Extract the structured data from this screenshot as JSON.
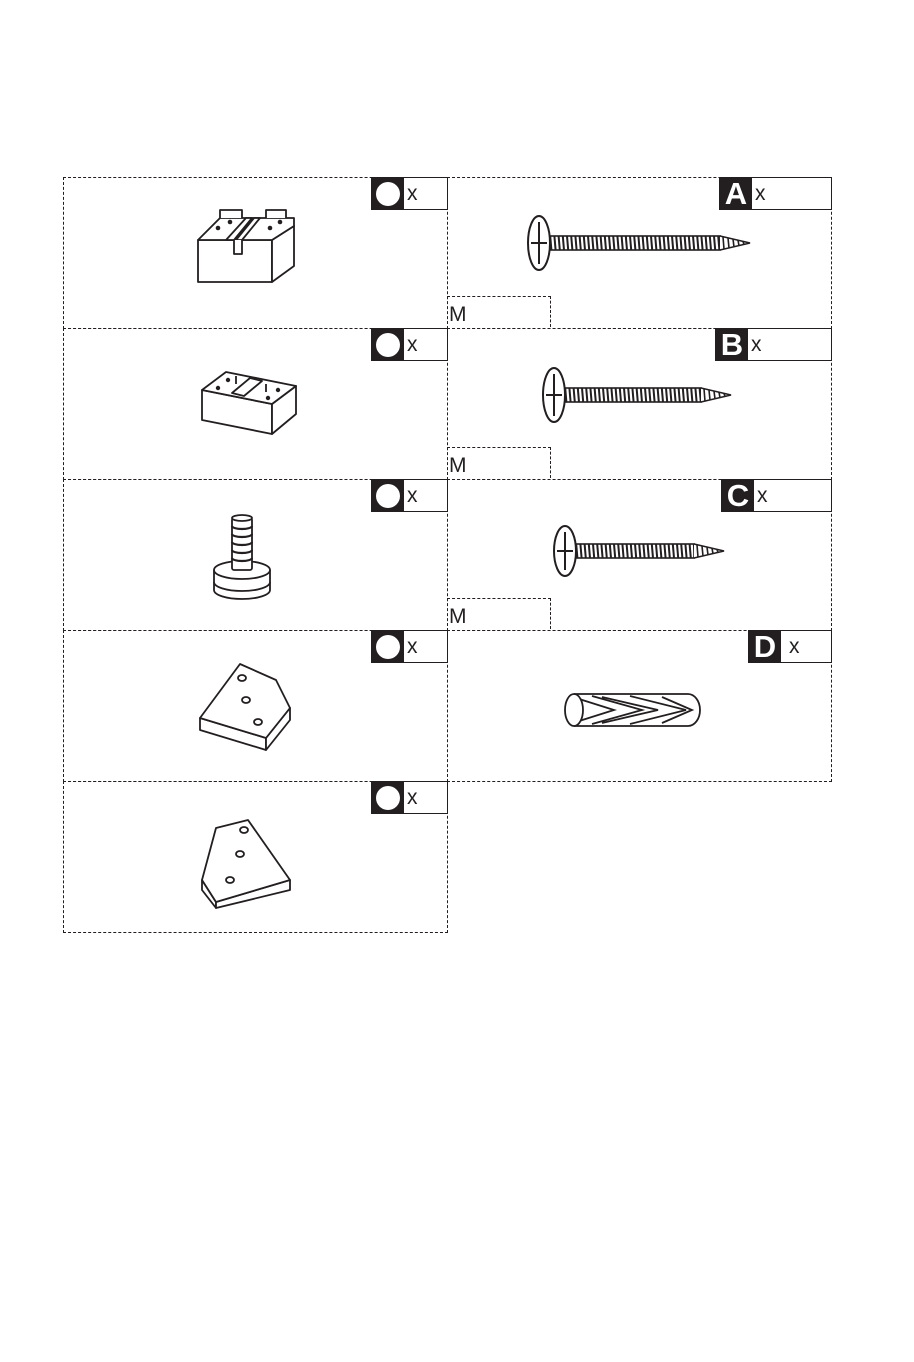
{
  "parts_left": [
    {
      "id": "block-grooved",
      "qty_symbol": "circle",
      "qty_label": "x"
    },
    {
      "id": "block-grooved-short",
      "qty_symbol": "circle",
      "qty_label": "x"
    },
    {
      "id": "leveler-foot",
      "qty_symbol": "circle",
      "qty_label": "x"
    },
    {
      "id": "corner-block-a",
      "qty_symbol": "circle",
      "qty_label": "x"
    },
    {
      "id": "corner-block-b",
      "qty_symbol": "circle",
      "qty_label": "x"
    }
  ],
  "parts_right": [
    {
      "letter": "A",
      "qty_label": "x",
      "size_prefix": "M",
      "part": "screw-long"
    },
    {
      "letter": "B",
      "qty_label": "x",
      "size_prefix": "M",
      "part": "screw-medium"
    },
    {
      "letter": "C",
      "qty_label": "x",
      "size_prefix": "M",
      "part": "screw-short"
    },
    {
      "letter": "D",
      "qty_label": "x",
      "part": "wood-dowel"
    }
  ],
  "colors": {
    "ink": "#231f20",
    "paper": "#ffffff"
  }
}
